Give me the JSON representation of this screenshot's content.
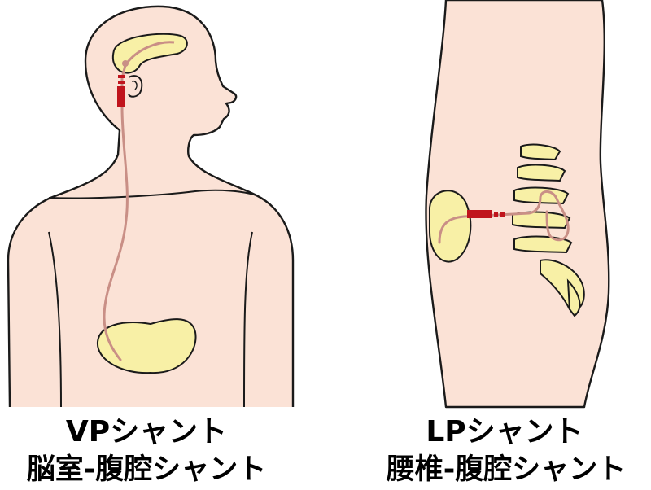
{
  "vp": {
    "title": "VPシャント",
    "subtitle": "脳室-腹腔シャント"
  },
  "lp": {
    "title": "LPシャント",
    "subtitle": "腰椎-腹腔シャント"
  },
  "colors": {
    "skin": "#fbe2d6",
    "organ": "#f8f0a6",
    "catheter": "#c98f86",
    "valve": "#c0141c",
    "outline": "#1a1a1a"
  }
}
